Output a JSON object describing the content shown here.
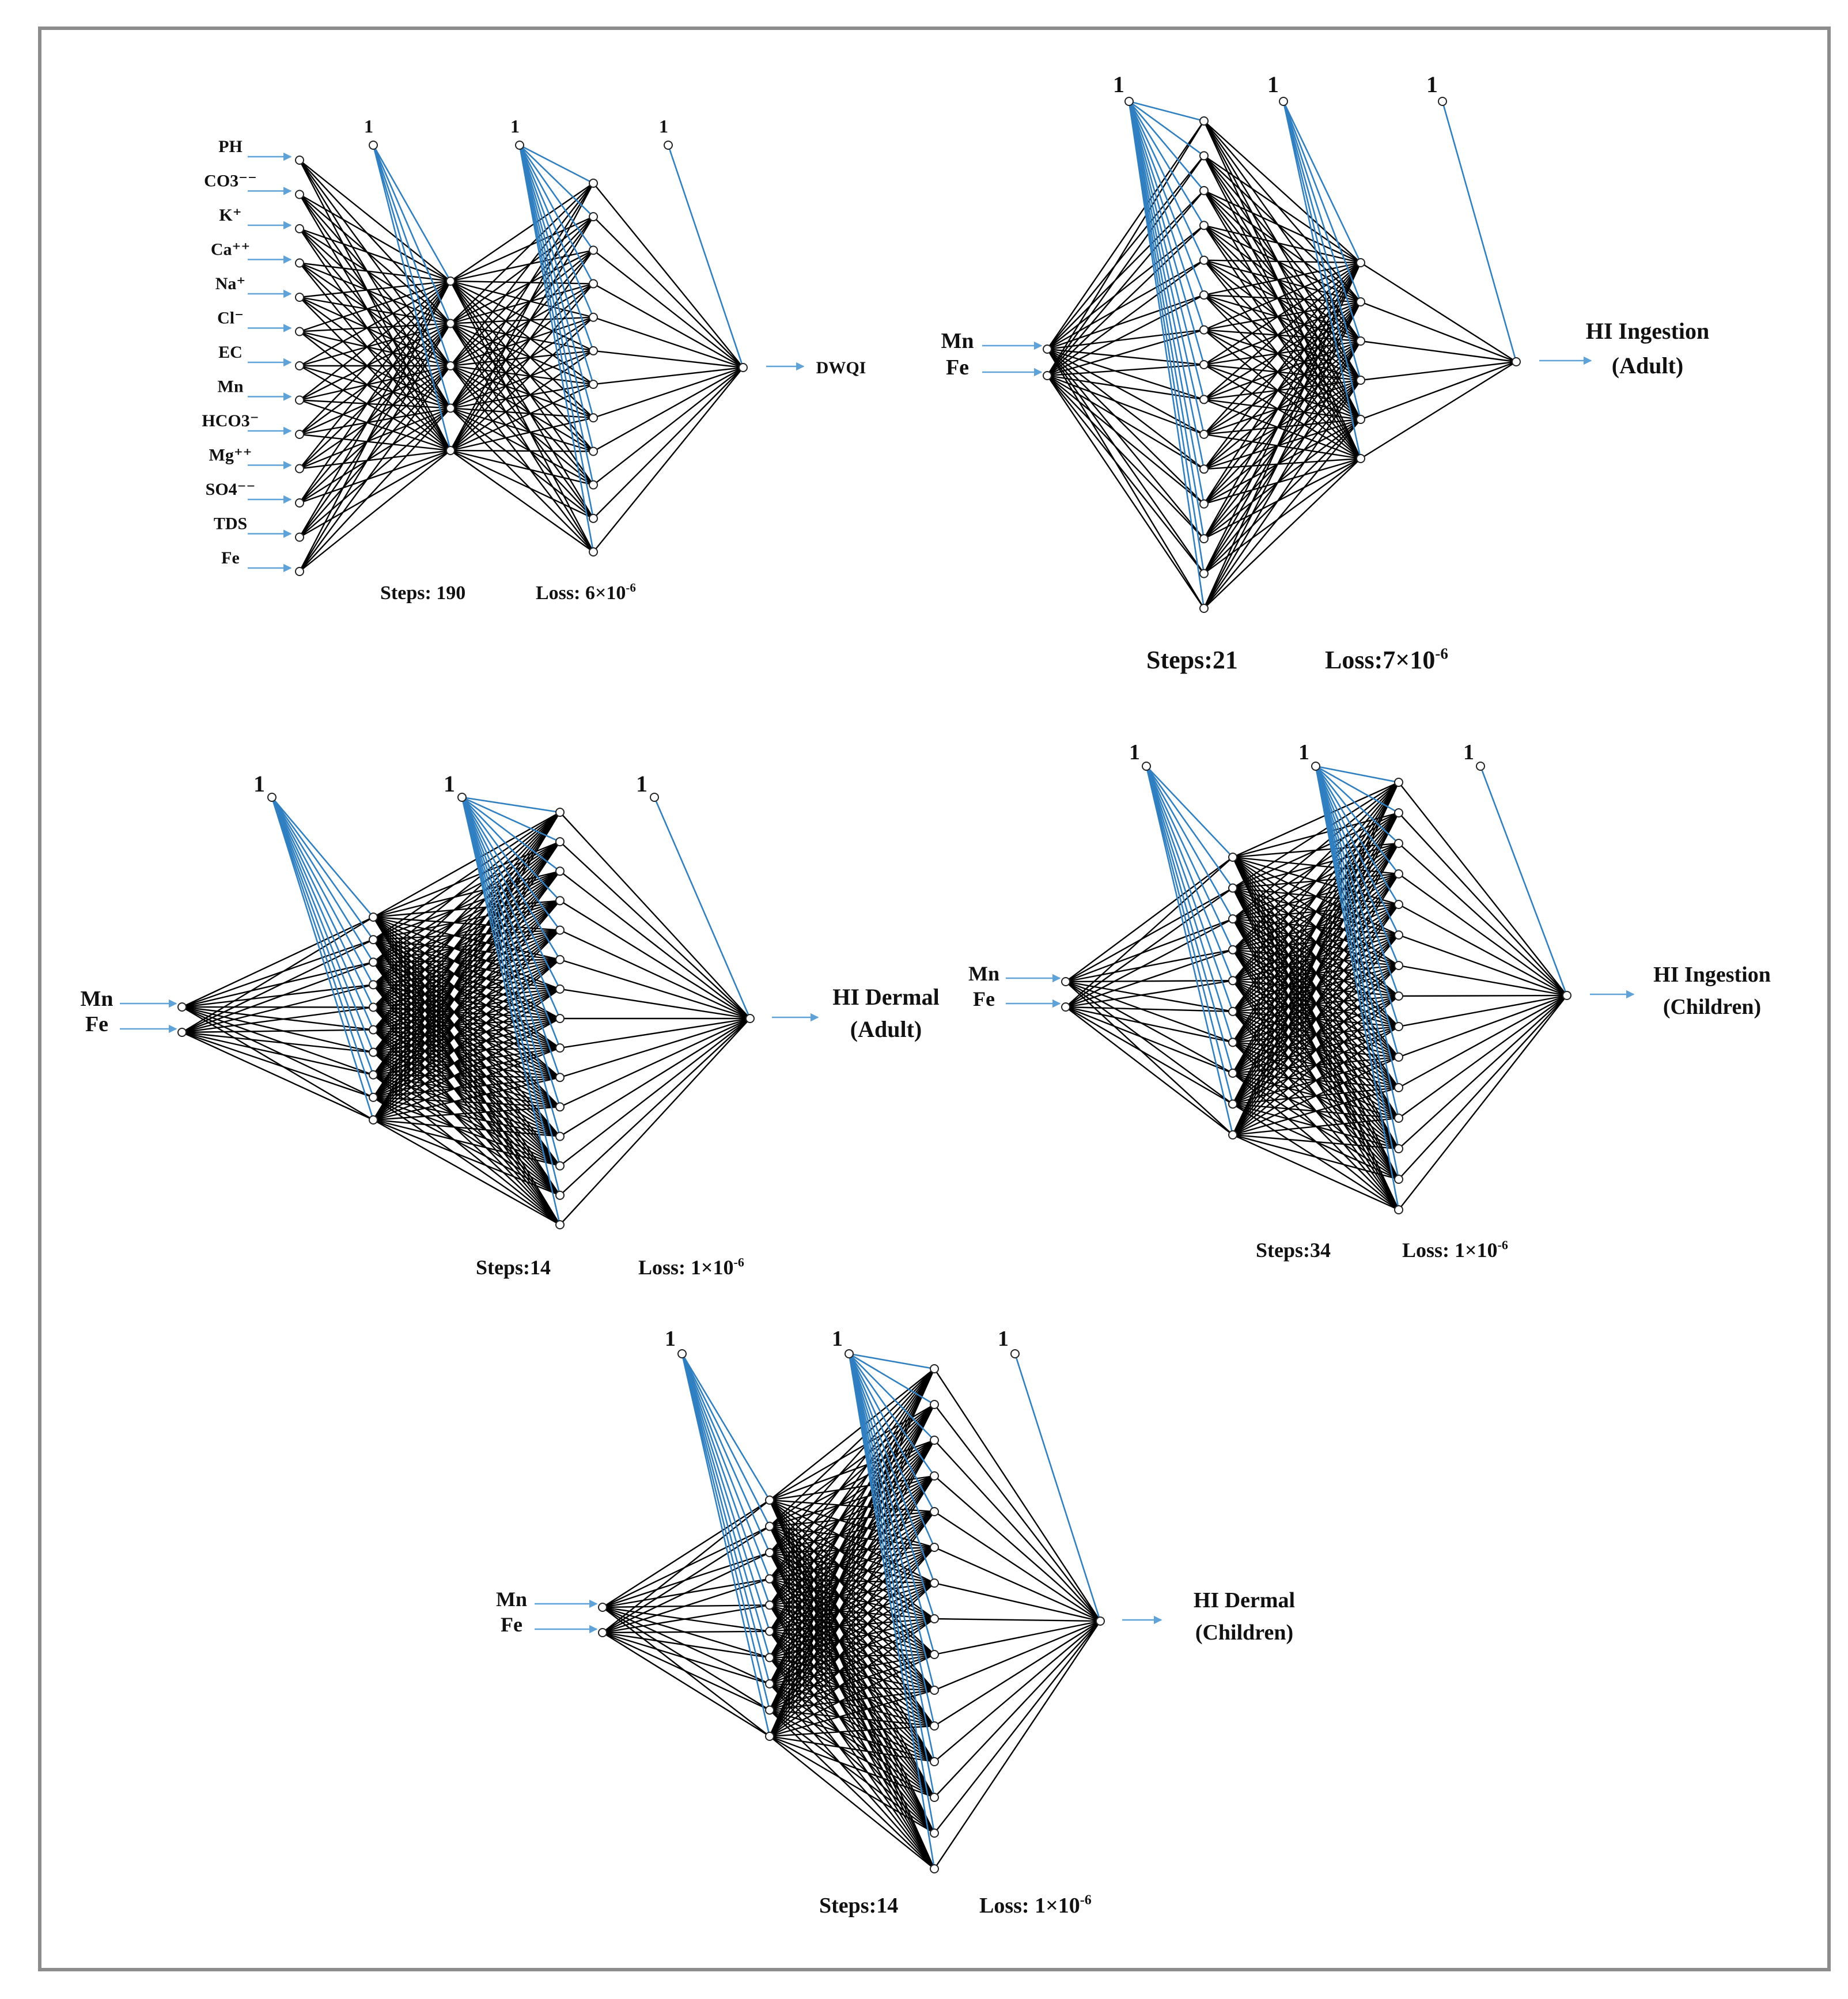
{
  "colors": {
    "weights": "#000000",
    "bias": "#2f7fc1",
    "arrow": "#5ea2d8",
    "node_stroke": "#222222",
    "frame": "#8c8c8c"
  },
  "networks": [
    {
      "id": "dwqi",
      "inputs": [
        "PH",
        "CO3⁻⁻",
        "K⁺",
        "Ca⁺⁺",
        "Na⁺",
        "Cl⁻",
        "EC",
        "Mn",
        "HCO3⁻",
        "Mg⁺⁺",
        "SO4⁻⁻",
        "TDS",
        "Fe"
      ],
      "hidden_layers": [
        5,
        12
      ],
      "bias_label": "1",
      "output": [
        "DWQI"
      ],
      "steps_label": "Steps: 190",
      "loss_label": "Loss: 6×10",
      "loss_exp": "-6"
    },
    {
      "id": "hi-ingestion-adult",
      "inputs": [
        "Mn",
        "Fe"
      ],
      "hidden_layers": [
        15,
        6
      ],
      "bias_label": "1",
      "output": [
        "HI Ingestion",
        "(Adult)"
      ],
      "steps_label": "Steps:21",
      "loss_label": "Loss:7×10",
      "loss_exp": "-6"
    },
    {
      "id": "hi-dermal-adult",
      "inputs": [
        "Mn",
        "Fe"
      ],
      "hidden_layers": [
        10,
        15
      ],
      "bias_label": "1",
      "output": [
        "HI Dermal",
        "(Adult)"
      ],
      "steps_label": "Steps:14",
      "loss_label": "Loss: 1×10",
      "loss_exp": "-6"
    },
    {
      "id": "hi-ingestion-children",
      "inputs": [
        "Mn",
        "Fe"
      ],
      "hidden_layers": [
        10,
        15
      ],
      "bias_label": "1",
      "output": [
        "HI Ingestion",
        "(Children)"
      ],
      "steps_label": "Steps:34",
      "loss_label": "Loss: 1×10",
      "loss_exp": "-6"
    },
    {
      "id": "hi-dermal-children",
      "inputs": [
        "Mn",
        "Fe"
      ],
      "hidden_layers": [
        10,
        15
      ],
      "bias_label": "1",
      "output": [
        "HI Dermal",
        "(Children)"
      ],
      "steps_label": "Steps:14",
      "loss_label": "Loss: 1×10",
      "loss_exp": "-6"
    }
  ]
}
